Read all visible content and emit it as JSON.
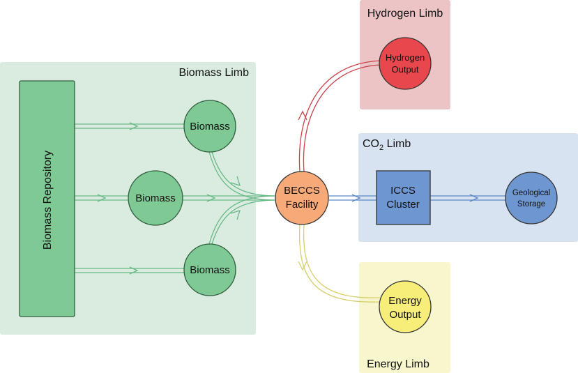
{
  "colors": {
    "biomass_region": "#d9ecdf",
    "hydrogen_region": "#ecc4c5",
    "co2_region": "#d8e3f2",
    "energy_region": "#f8f6cc",
    "biomass_node": "#7fc995",
    "biomass_repository": "#7fc995",
    "beccs_node": "#f7a978",
    "hydrogen_node": "#e8474e",
    "iccs_node": "#6e97d1",
    "geo_node": "#6e97d1",
    "energy_node": "#f7ee7a",
    "biomass_flow": "#69b886",
    "hydrogen_flow": "#c8434a",
    "co2_flow": "#5b87c4",
    "energy_flow": "#d5cf6c"
  },
  "regions": {
    "biomass": {
      "title": "Biomass Limb"
    },
    "hydrogen": {
      "title": "Hydrogen Limb"
    },
    "co2": {
      "title_main": "CO",
      "title_sub": "2",
      "title_rest": " Limb"
    },
    "energy": {
      "title": "Energy Limb"
    }
  },
  "nodes": {
    "biomass_repository": {
      "label": "Biomass Repository"
    },
    "biomass_top": {
      "label": "Biomass"
    },
    "biomass_middle": {
      "label": "Biomass"
    },
    "biomass_bottom": {
      "label": "Biomass"
    },
    "beccs": {
      "line1": "BECCS",
      "line2": "Facility"
    },
    "hydrogen_output": {
      "line1": "Hydrogen",
      "line2": "Output"
    },
    "iccs_cluster": {
      "line1": "ICCS",
      "line2": "Cluster"
    },
    "geological_storage": {
      "line1": "Geological",
      "line2": "Storage"
    },
    "energy_output": {
      "line1": "Energy",
      "line2": "Output"
    }
  }
}
